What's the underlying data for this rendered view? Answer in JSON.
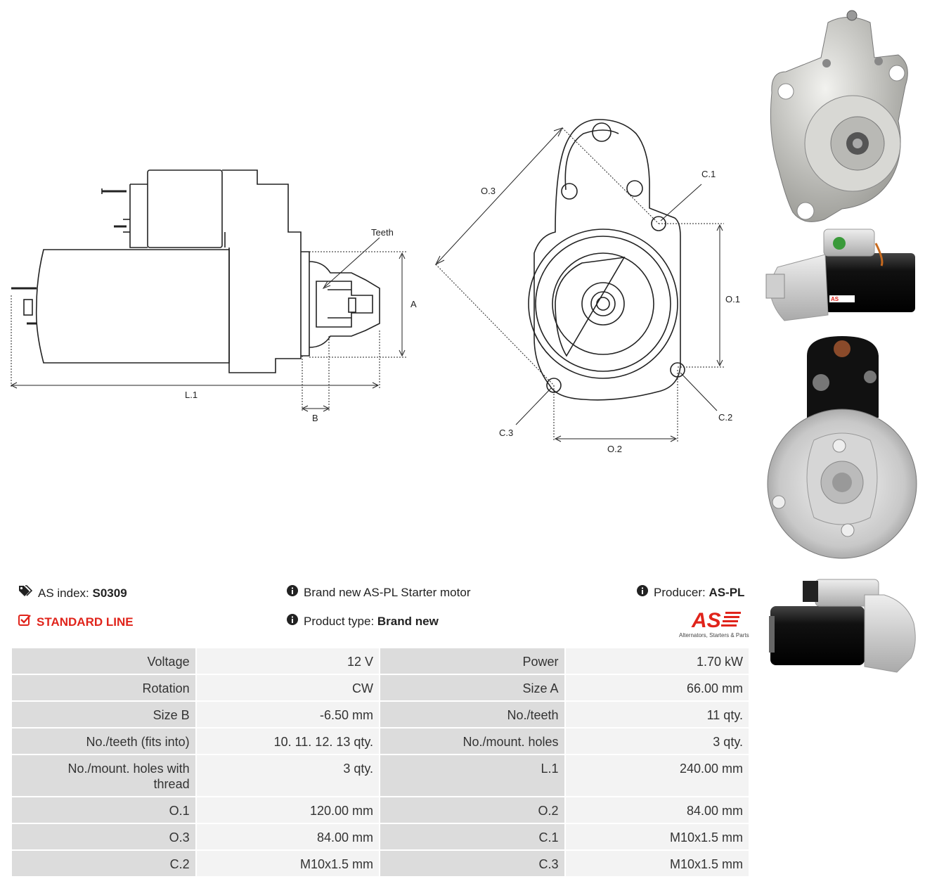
{
  "drawing": {
    "labels": {
      "teeth": "Teeth",
      "a": "A",
      "l1": "L.1",
      "b": "B",
      "o3": "O.3",
      "c1": "C.1",
      "o1": "O.1",
      "c2": "C.2",
      "c3": "C.3",
      "o2": "O.2"
    }
  },
  "header": {
    "as_index_label": "AS index:",
    "as_index_value": "S0309",
    "line": "STANDARD LINE",
    "description": "Brand new AS-PL Starter motor",
    "product_type_label": "Product type:",
    "product_type_value": "Brand new",
    "producer_label": "Producer:",
    "producer_value": "AS-PL",
    "logo_text": "AS",
    "logo_tagline": "Alternators, Starters & Parts"
  },
  "specs": [
    [
      {
        "label": "Voltage",
        "value": "12 V"
      },
      {
        "label": "Power",
        "value": "1.70 kW"
      }
    ],
    [
      {
        "label": "Rotation",
        "value": "CW"
      },
      {
        "label": "Size A",
        "value": "66.00 mm"
      }
    ],
    [
      {
        "label": "Size B",
        "value": "-6.50 mm"
      },
      {
        "label": "No./teeth",
        "value": "11 qty."
      }
    ],
    [
      {
        "label": "No./teeth (fits into)",
        "value": "10. 11. 12. 13 qty."
      },
      {
        "label": "No./mount. holes",
        "value": "3 qty."
      }
    ],
    [
      {
        "label": "No./mount. holes with thread",
        "value": "3 qty."
      },
      {
        "label": "L.1",
        "value": "240.00 mm"
      }
    ],
    [
      {
        "label": "O.1",
        "value": "120.00 mm"
      },
      {
        "label": "O.2",
        "value": "84.00 mm"
      }
    ],
    [
      {
        "label": "O.3",
        "value": "84.00 mm"
      },
      {
        "label": "C.1",
        "value": "M10x1.5 mm"
      }
    ],
    [
      {
        "label": "C.2",
        "value": "M10x1.5 mm"
      },
      {
        "label": "C.3",
        "value": "M10x1.5 mm"
      }
    ]
  ],
  "colors": {
    "accent": "#e0241b",
    "label_bg": "#dcdcdc",
    "value_bg": "#f3f3f3"
  },
  "icons": [
    "tags-icon",
    "checkbox-icon",
    "info-icon"
  ]
}
